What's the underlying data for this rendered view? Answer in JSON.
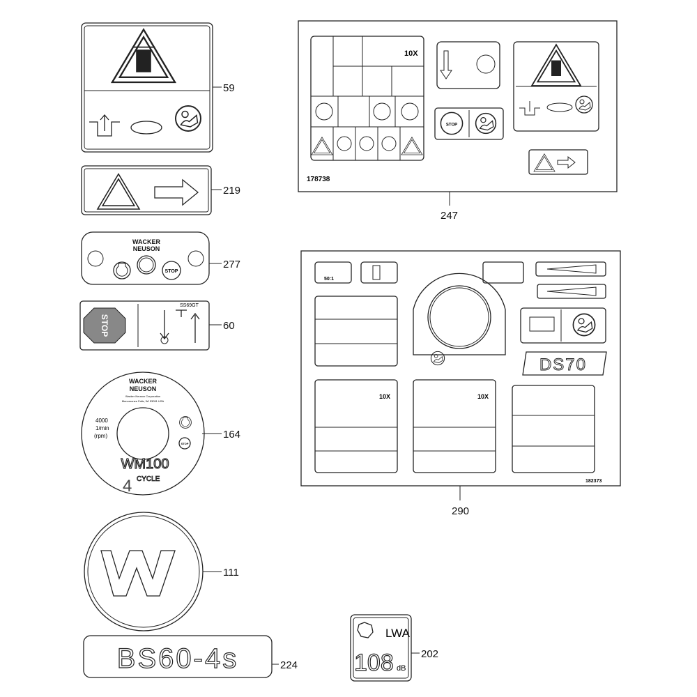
{
  "callouts": {
    "c59": "59",
    "c219": "219",
    "c277": "277",
    "c60": "60",
    "c164": "164",
    "c111": "111",
    "c224": "224",
    "c202": "202",
    "c247": "247",
    "c290": "290"
  },
  "decal_277": {
    "brand_line1": "WACKER",
    "brand_line2": "NEUSON",
    "stop": "STOP"
  },
  "decal_60": {
    "code": "SS69GT",
    "stop": "STOP"
  },
  "decal_164": {
    "brand_line1": "WACKER",
    "brand_line2": "NEUSON",
    "company": "Wacker Neuson Corporation",
    "address": "Menomonee Falls, WI 53051 USA",
    "rpm_value": "4000",
    "rpm_unit1": "1/min",
    "rpm_unit2": "(rpm)",
    "model": "WM100",
    "cycle_digit": "4",
    "cycle": "CYCLE",
    "stop": "STOP"
  },
  "decal_224": {
    "model": "BS60-4s"
  },
  "decal_202": {
    "level": "108",
    "unit": "dB",
    "lwa": "LWA"
  },
  "kit_247": {
    "kit_number": "178738",
    "repeat": "10X",
    "stop": "STOP"
  },
  "kit_290": {
    "kit_number": "182373",
    "ratio": "50:1",
    "model": "DS70",
    "repeat": "10X"
  }
}
